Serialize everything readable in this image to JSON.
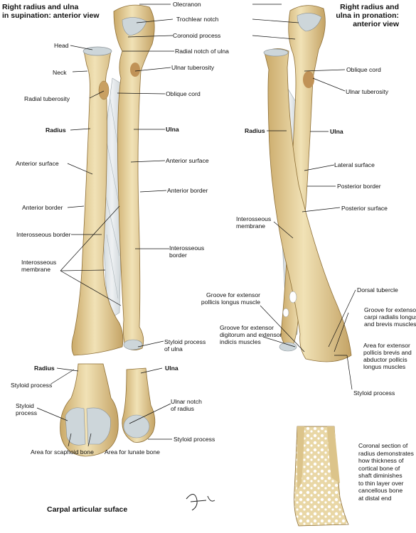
{
  "titles": {
    "supination": "Right radius and ulna\nin supination: anterior view",
    "pronation": "Right radius and\nulna in pronation:\nanterior view",
    "carpal": "Carpal articular suface"
  },
  "labels": {
    "olecranon": "Olecranon",
    "trochlear_notch": "Trochlear notch",
    "coronoid_process": "Coronoid process",
    "head": "Head",
    "radial_notch_of_ulna": "Radial notch of ulna",
    "neck": "Neck",
    "ulnar_tuberosity_left": "Ulnar tuberosity",
    "radial_tuberosity": "Radial tuberosity",
    "oblique_cord_left": "Oblique cord",
    "radius_left": "Radius",
    "ulna_left": "Ulna",
    "anterior_surface_radius": "Anterior surface",
    "anterior_surface_ulna": "Anterior surface",
    "anterior_border_ulna": "Anterior border",
    "anterior_border_radius": "Anterior border",
    "interosseous_border_radius": "Interosseous border",
    "interosseous_border_ulna": "Interosseous\nborder",
    "interosseous_membrane_left": "Interosseous\nmembrane",
    "styloid_process_ulna": "Styloid process\nof ulna",
    "styloid_process_radius_left": "Styloid process",
    "oblique_cord_right": "Oblique cord",
    "ulnar_tuberosity_right": "Ulnar tuberosity",
    "radius_right": "Radius",
    "ulna_right": "Ulna",
    "lateral_surface": "Lateral surface",
    "posterior_border": "Posterior border",
    "posterior_surface": "Posterior surface",
    "interosseous_membrane_right": "Interosseous\nmembrane",
    "dorsal_tubercle": "Dorsal tubercle",
    "groove_epl": "Groove for extensor\npollicis longus muscle",
    "groove_ecr": "Groove for extensor\ncarpi radialis longus\nand brevis muscles",
    "groove_edc": "Groove for extensor\ndigitorum and extensor\nindicis muscles",
    "area_apl": "Area for extensor\npollicis brevis and\nabductor pollicis\nlongus muscles",
    "styloid_process_right": "Styloid process",
    "radius_carpal": "Radius",
    "ulna_carpal": "Ulna",
    "ulnar_notch_of_radius": "Ulnar notch\nof radius",
    "styloid_process_carpal_left": "Styloid\nprocess",
    "styloid_process_carpal_right": "Styloid process",
    "area_scaphoid": "Area for scaphoid bone",
    "area_lunate": "Area for lunate bone",
    "coronal_section": "Coronal section of\nradius demonstrates\nhow thickness of\ncortical bone of\nshaft diminishes\nto thin layer over\ncancellous bone\nat distal end"
  },
  "signature": "F. Netter M.D.",
  "colors": {
    "bone": "#e4cf98",
    "bone_shade": "#c9ad6c",
    "cartilage": "#c9d3d6",
    "membrane": "#dde3e6"
  }
}
